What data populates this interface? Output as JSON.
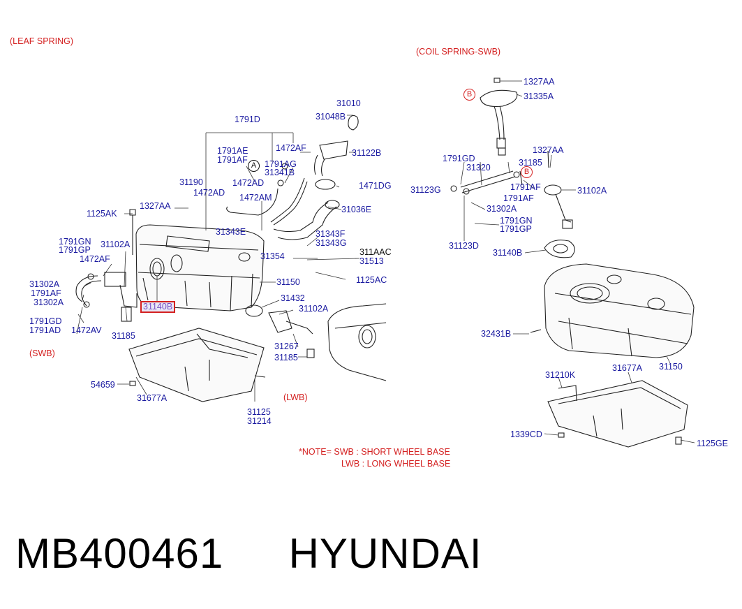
{
  "headings": {
    "leaf_spring": "(LEAF SPRING)",
    "coil_spring": "(COIL SPRING-SWB)",
    "swb": "(SWB)",
    "lwb": "(LWB)"
  },
  "note": {
    "line1": "*NOTE= SWB : SHORT WHEEL BASE",
    "line2": "LWB : LONG WHEEL BASE"
  },
  "footer": {
    "part_number": "MB400461",
    "brand": "HYUNDAI"
  },
  "callouts": {
    "a": "A",
    "b1": "B",
    "b2": "B"
  },
  "highlight": "31140B",
  "labels_left": [
    "1791D",
    "31010",
    "31048B",
    "1472AF",
    "31122B",
    "1791AE",
    "1791AF",
    "1791AG",
    "31341B",
    "31190",
    "1472AD",
    "1472AD",
    "1471DG",
    "1327AA",
    "1472AM",
    "31036E",
    "1125AK",
    "31343E",
    "31343F",
    "31343G",
    "1791GN",
    "1791GP",
    "31102A",
    "311AAC",
    "31354",
    "31513",
    "1472AF",
    "1125AC",
    "31302A",
    "31150",
    "1791AF",
    "31432",
    "31302A",
    "31102A",
    "1791GD",
    "1791AD",
    "1472AV",
    "31185",
    "31267",
    "31185",
    "54659",
    "31677A",
    "31125",
    "31214"
  ],
  "labels_right": [
    "1327AA",
    "31335A",
    "1327AA",
    "1791GD",
    "31320",
    "31185",
    "31123G",
    "1791AF",
    "31102A",
    "1791AF",
    "31302A",
    "1791GN",
    "1791GP",
    "31123D",
    "31140B",
    "32431B",
    "31150",
    "31210K",
    "31677A",
    "1339CD",
    "1125GE"
  ]
}
